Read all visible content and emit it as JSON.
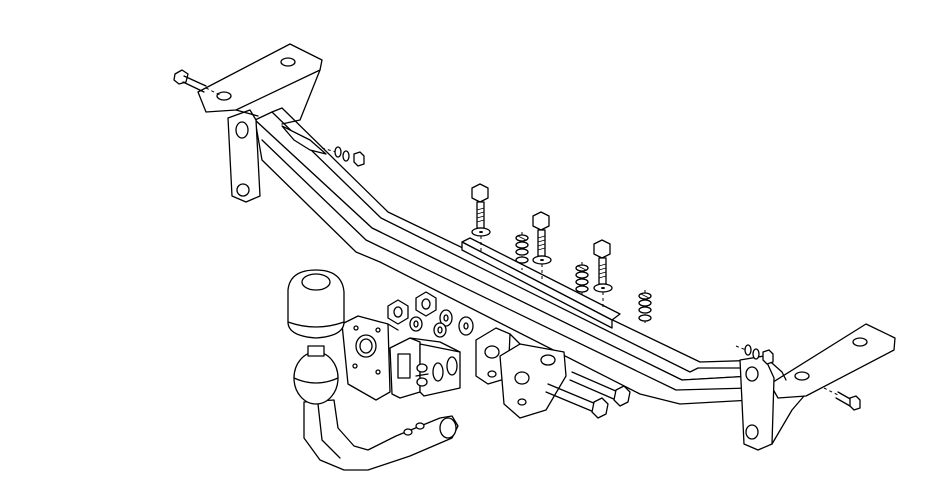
{
  "diagram": {
    "type": "exploded-assembly",
    "colors": {
      "line": "#000000",
      "background": "#ffffff"
    },
    "parts": [
      {
        "name": "crossbar-beam"
      },
      {
        "name": "left-mounting-bracket"
      },
      {
        "name": "right-mounting-bracket"
      },
      {
        "name": "center-mounting-plate"
      },
      {
        "name": "tow-ball-neck"
      },
      {
        "name": "tow-ball-cap"
      },
      {
        "name": "socket-plate"
      },
      {
        "name": "neck-mounting-bracket"
      },
      {
        "name": "hex-bolt"
      },
      {
        "name": "nut"
      },
      {
        "name": "washer"
      }
    ]
  }
}
